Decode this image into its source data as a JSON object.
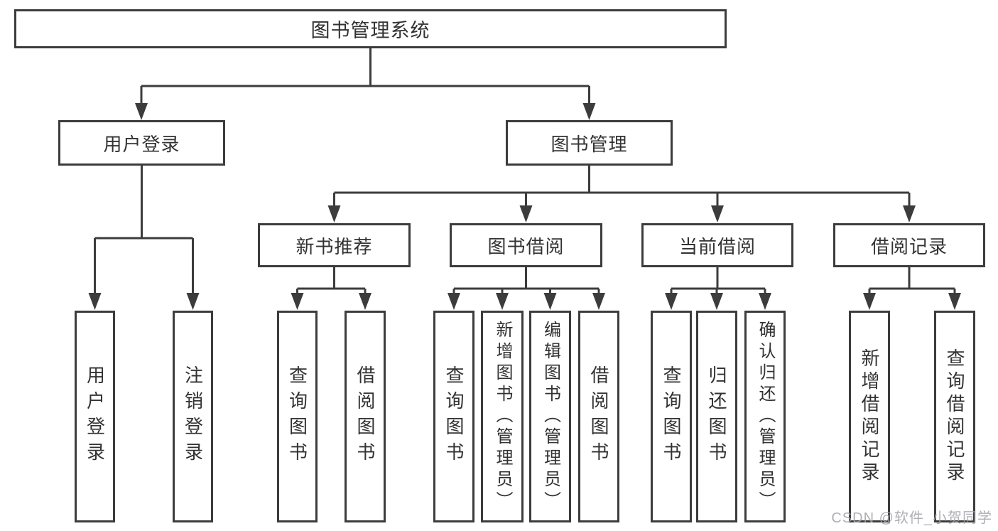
{
  "colors": {
    "line": "#3c3c3c",
    "text": "#323232",
    "watermark": "#a2a2a8"
  },
  "tree": {
    "label": "图书管理系统",
    "children": [
      {
        "label": "用户登录",
        "children": [
          {
            "label": "用户登录"
          },
          {
            "label": "注销登录"
          }
        ]
      },
      {
        "label": "图书管理",
        "children": [
          {
            "label": "新书推荐",
            "children": [
              {
                "label": "查询图书"
              },
              {
                "label": "借阅图书"
              }
            ]
          },
          {
            "label": "图书借阅",
            "children": [
              {
                "label": "查询图书"
              },
              {
                "label": "新增图书（管理员）"
              },
              {
                "label": "编辑图书（管理员）"
              },
              {
                "label": "借阅图书"
              }
            ]
          },
          {
            "label": "当前借阅",
            "children": [
              {
                "label": "查询图书"
              },
              {
                "label": "归还图书"
              },
              {
                "label": "确认归还（管理员）"
              }
            ]
          },
          {
            "label": "借阅记录",
            "children": [
              {
                "label": "新增借阅记录"
              },
              {
                "label": "查询借阅记录"
              }
            ]
          }
        ]
      }
    ]
  },
  "watermark": {
    "text": "CSDN @软件_小贺同学"
  }
}
